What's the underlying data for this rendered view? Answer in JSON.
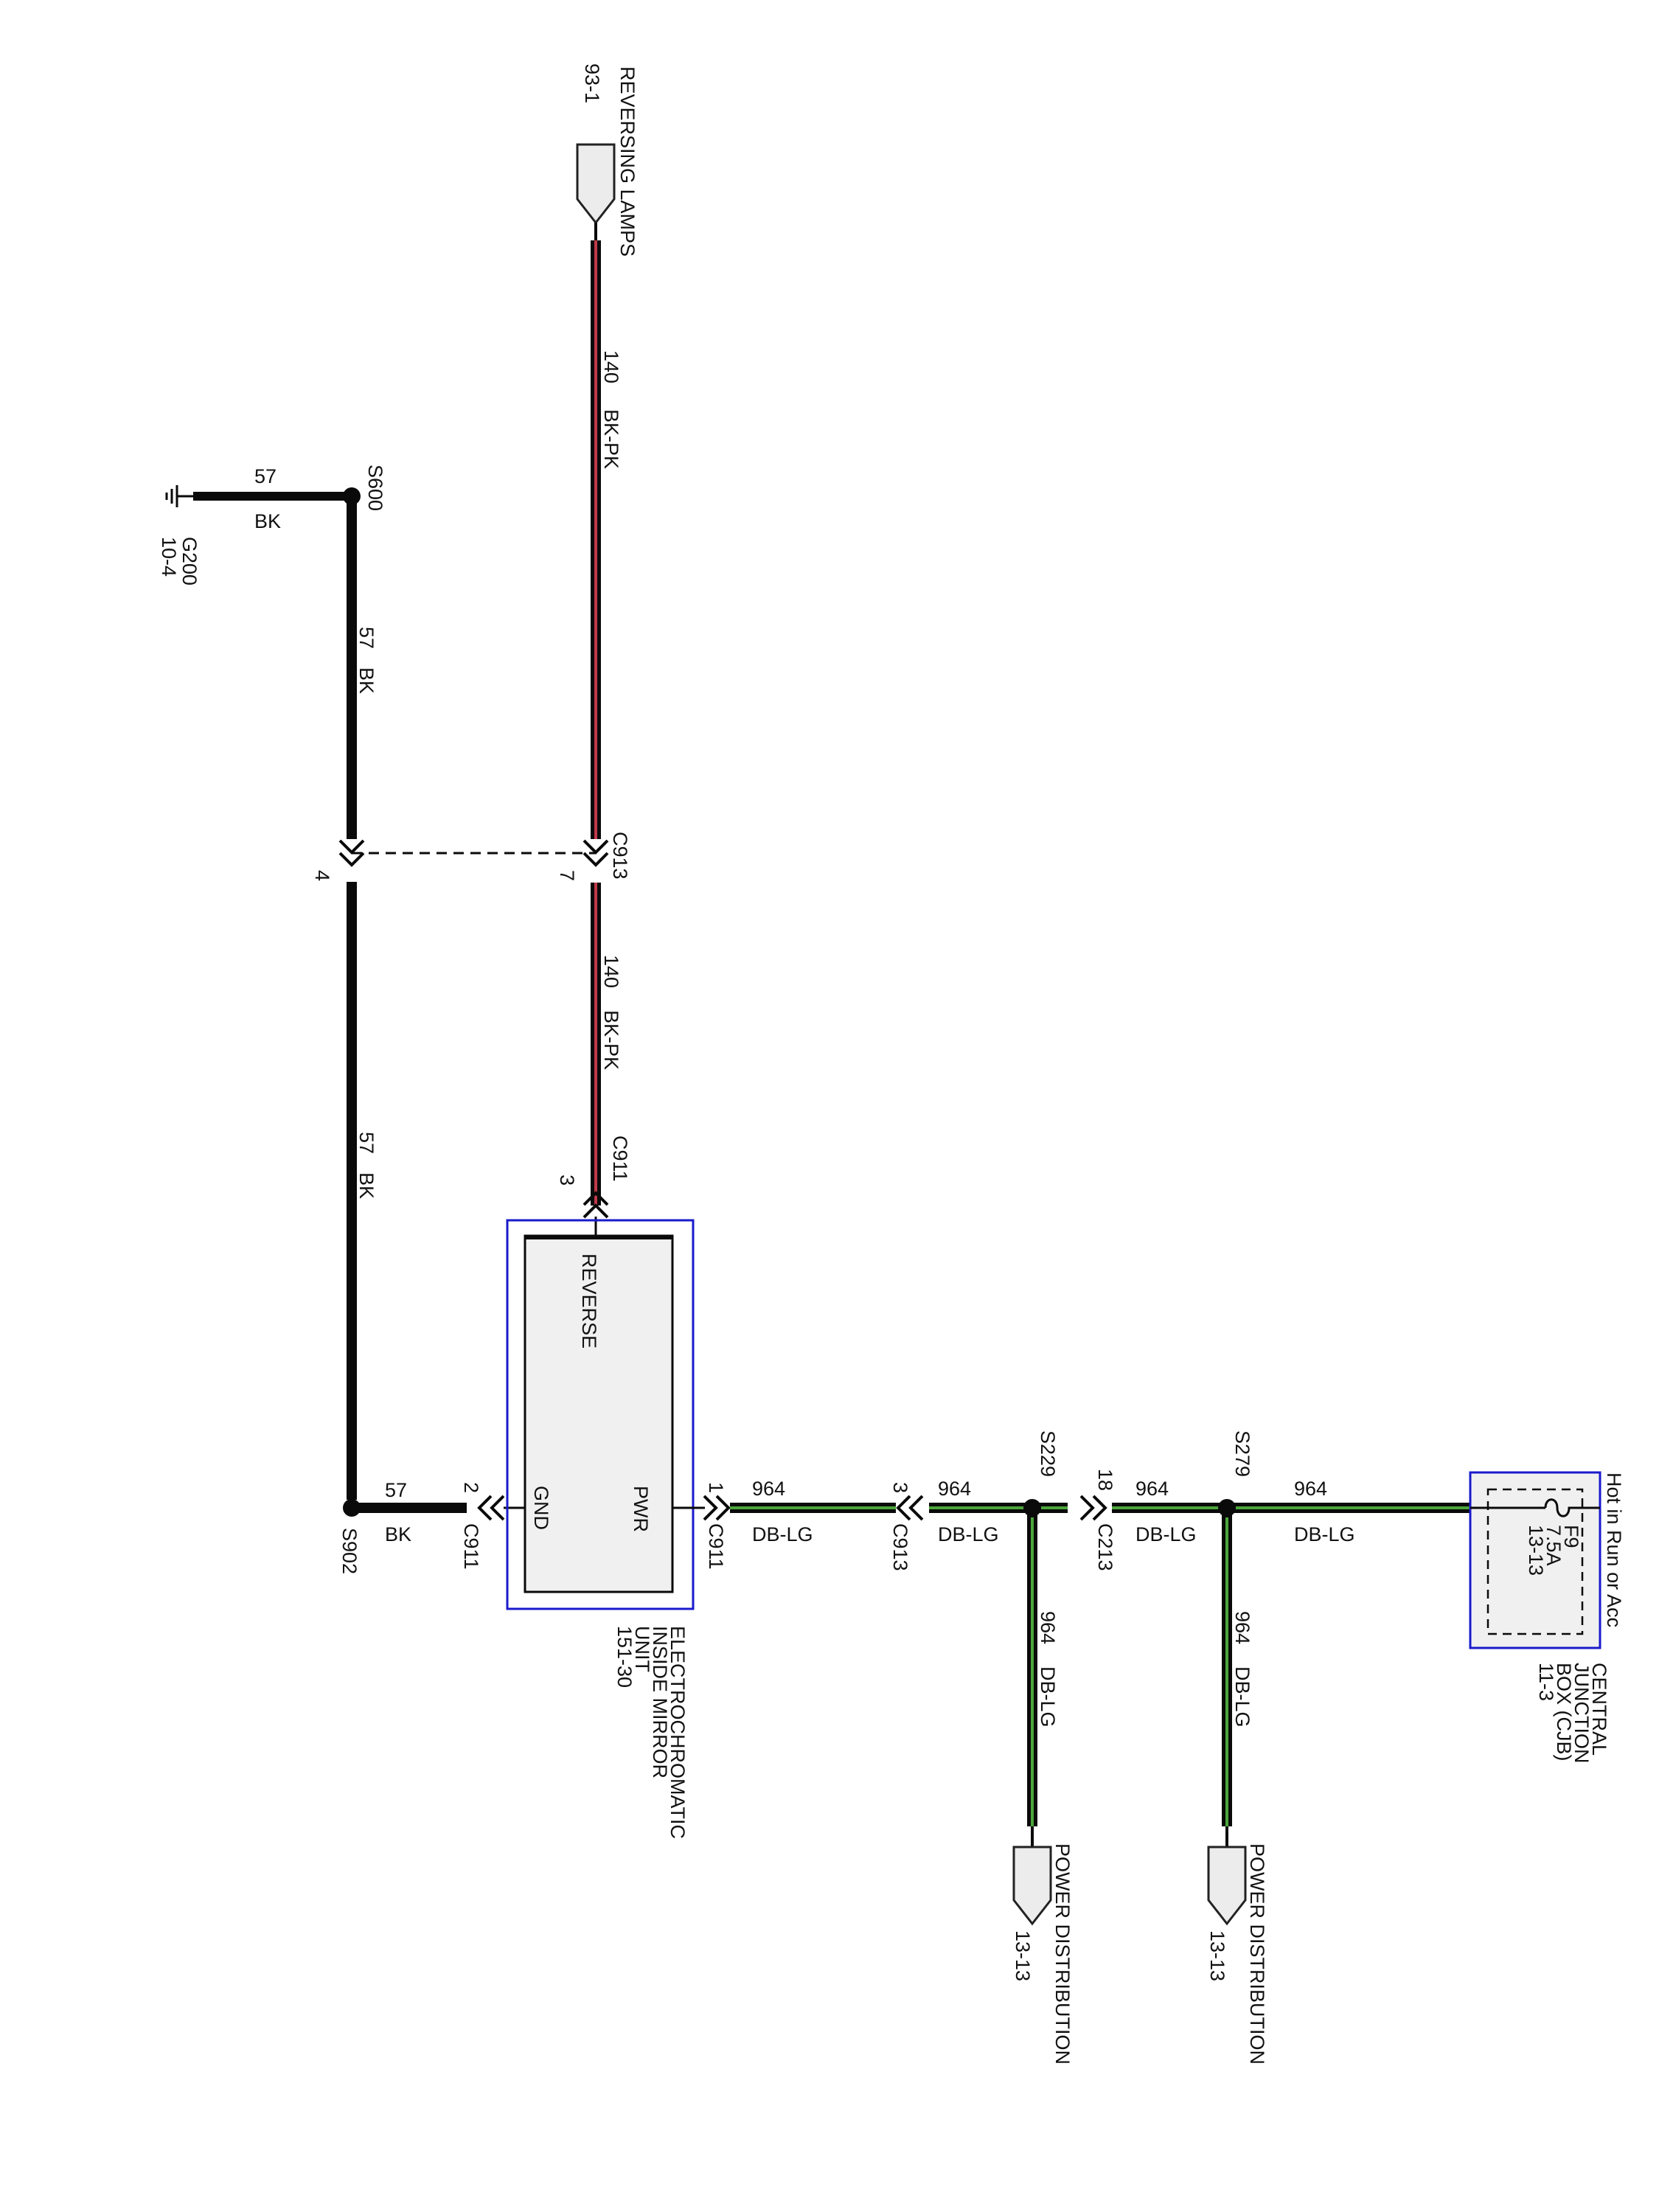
{
  "colors": {
    "wire_black": "#0a0a0a",
    "wire_bk_pk_stripe": "#c0394a",
    "wire_db_lg_stripe": "#4aa63a",
    "box_blue": "#1a1acc",
    "box_fill": "#f0f0f0",
    "connector_fill": "#ececec"
  },
  "top_connector": {
    "title": "REVERSING LAMPS",
    "ref": "93-1"
  },
  "wire_140_upper": {
    "circuit": "140",
    "color": "BK-PK"
  },
  "wire_140_lower": {
    "circuit": "140",
    "color": "BK-PK"
  },
  "c913_top": {
    "name": "C913",
    "pin_a": "7",
    "pin_b": "4"
  },
  "ground": {
    "splice": "S600",
    "circuit": "57",
    "color": "BK",
    "name": "G200",
    "ref": "10-4"
  },
  "wire_57_upper": {
    "circuit": "57",
    "color": "BK"
  },
  "wire_57_lower": {
    "circuit": "57",
    "color": "BK"
  },
  "mirror_top_conn": {
    "name": "C911",
    "pin": "3"
  },
  "mirror": {
    "pin_reverse": "REVERSE",
    "pin_pwr": "PWR",
    "pin_gnd": "GND",
    "name_line1": "ELECTROCHROMATIC",
    "name_line2": "INSIDE MIRROR",
    "name_line3": "UNIT",
    "ref": "151-30"
  },
  "gnd_conn": {
    "name": "C911",
    "pin": "2",
    "circuit": "57",
    "color": "BK",
    "splice": "S902"
  },
  "pwr_conn": {
    "name": "C911",
    "pin": "1"
  },
  "wire_964_a": {
    "circuit": "964",
    "color": "DB-LG"
  },
  "c913_low": {
    "name": "C913",
    "pin": "3"
  },
  "wire_964_b": {
    "circuit": "964",
    "color": "DB-LG"
  },
  "s229": {
    "name": "S229"
  },
  "c213": {
    "name": "C213",
    "pin": "18"
  },
  "wire_964_c": {
    "circuit": "964",
    "color": "DB-LG"
  },
  "s279": {
    "name": "S279"
  },
  "wire_964_d": {
    "circuit": "964",
    "color": "DB-LG"
  },
  "branch_s229": {
    "circuit": "964",
    "color": "DB-LG",
    "dest": "POWER DISTRIBUTION",
    "ref": "13-13"
  },
  "branch_s279": {
    "circuit": "964",
    "color": "DB-LG",
    "dest": "POWER DISTRIBUTION",
    "ref": "13-13"
  },
  "cjb": {
    "hot": "Hot in Run or Acc",
    "fuse": "F9",
    "rating": "7.5A",
    "fuse_ref": "13-13",
    "name_line1": "CENTRAL",
    "name_line2": "JUNCTION",
    "name_line3": "BOX (CJB)",
    "ref": "11-3"
  }
}
